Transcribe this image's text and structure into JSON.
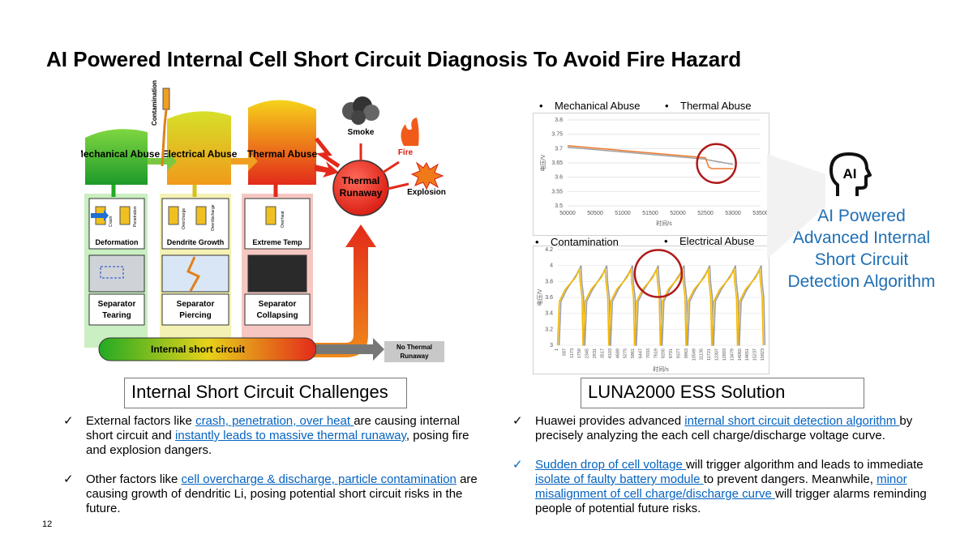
{
  "title": "AI Powered Internal Cell Short Circuit Diagnosis To Avoid Fire Hazard",
  "diagram": {
    "contamination": "Contamination",
    "stages": [
      "Mechanical Abuse",
      "Electrical Abuse",
      "Thermal Abuse"
    ],
    "runaway": "Thermal Runaway",
    "outcomes": [
      "Smoke",
      "Fire",
      "Explosion"
    ],
    "effects": [
      "Deformation",
      "Dendrite Growth",
      "Extreme Temp"
    ],
    "small_labels": [
      "Crash",
      "Penetration",
      "Overcharge",
      "Overdischarge",
      "Overheat"
    ],
    "separators": [
      "Separator Tearing",
      "Separator Piercing",
      "Separator Collapsing"
    ],
    "isc": "Internal short circuit",
    "no_runaway": "No Thermal Runaway"
  },
  "left_box_label": "Internal Short Circuit Challenges",
  "right_box_label": "LUNA2000 ESS Solution",
  "chart_headers": {
    "mechanical": "Mechanical Abuse",
    "thermal": "Thermal Abuse",
    "contamination": "Contamination",
    "electrical": "Electrical Abuse"
  },
  "ai_text": "AI Powered Advanced Internal Short Circuit Detection Algorithm",
  "ai_icon_label": "AI",
  "left_bullets": {
    "b1_pre": "External factors like ",
    "b1_link1": "crash, penetration, over heat ",
    "b1_mid": "are causing internal short circuit and ",
    "b1_link2": "instantly leads to massive thermal runaway",
    "b1_post": ", posing fire and explosion dangers.",
    "b2_pre": "Other factors like ",
    "b2_link1": "cell overcharge & discharge, particle contamination",
    "b2_post": " are causing growth of dendritic Li, posing potential short circuit risks in the future."
  },
  "right_bullets": {
    "b1_pre": "Huawei provides advanced ",
    "b1_link1": "internal short circuit detection algorithm ",
    "b1_post": "by precisely analyzing the each cell charge/discharge voltage curve.",
    "b2_link1": "Sudden drop of cell voltage ",
    "b2_mid1": "will trigger algorithm and leads to immediate ",
    "b2_link2": "isolate of faulty battery module ",
    "b2_mid2": "to prevent dangers. Meanwhile, ",
    "b2_link3": "minor misalignment of cell charge/discharge curve ",
    "b2_post": "will trigger alarms reminding people of potential future risks."
  },
  "check_mark": "✓",
  "bullet_dot": "•",
  "page_number": "12",
  "chart_data": [
    {
      "type": "line",
      "xlabel": "时间/s",
      "ylabel": "电压/V",
      "x_ticks": [
        "50000",
        "50500",
        "51000",
        "51500",
        "52000",
        "52500",
        "53000",
        "53500"
      ],
      "y_ticks": [
        "3.5",
        "3.55",
        "3.6",
        "3.65",
        "3.7",
        "3.75",
        "3.8"
      ],
      "xlim": [
        50000,
        53500
      ],
      "ylim": [
        3.5,
        3.8
      ],
      "series": [
        {
          "color": "#a0a0a0",
          "x": [
            50000,
            52500,
            52560,
            53000
          ],
          "y": [
            3.705,
            3.663,
            3.66,
            3.645
          ]
        },
        {
          "color": "#ed7d31",
          "x": [
            50000,
            52500,
            52560,
            52620,
            52800,
            53000
          ],
          "y": [
            3.71,
            3.668,
            3.635,
            3.63,
            3.63,
            3.63
          ]
        }
      ]
    },
    {
      "type": "line",
      "xlabel": "时间/s",
      "ylabel": "电压/V",
      "y_ticks": [
        "3",
        "3.2",
        "3.4",
        "3.6",
        "3.8",
        "4",
        "4.2"
      ],
      "x_ticks": [
        "1",
        "587",
        "1173",
        "1759",
        "2345",
        "2931",
        "3517",
        "4103",
        "4689",
        "5275",
        "5861",
        "6447",
        "7033",
        "7619",
        "8205",
        "8791",
        "9377",
        "9963",
        "10549",
        "11135",
        "11721",
        "12307",
        "12893",
        "13479",
        "14065",
        "14651",
        "15237",
        "15823"
      ],
      "ylim": [
        3,
        4.2
      ],
      "cycles": 8,
      "series": [
        {
          "color": "#a0a0a0",
          "peak": 4.0,
          "trough": 3.0
        },
        {
          "color": "#f5b800",
          "peak": 3.95,
          "trough": 3.0
        }
      ]
    }
  ]
}
